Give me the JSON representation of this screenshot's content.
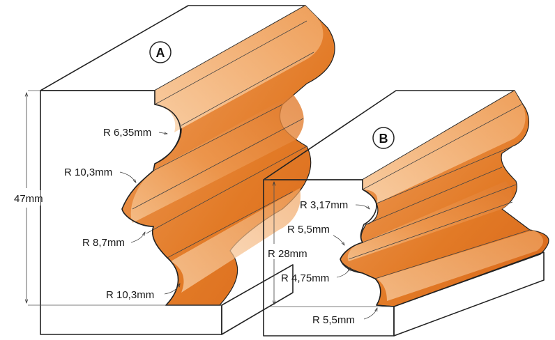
{
  "profile_a": {
    "letter": "A",
    "height": "47mm",
    "radii": [
      "R 6,35mm",
      "R 10,3mm",
      "R 8,7mm",
      "R 10,3mm"
    ]
  },
  "profile_b": {
    "letter": "B",
    "height": "R 28mm",
    "radii": [
      "R 3,17mm",
      "R 5,5mm",
      "R 4,75mm",
      "R 5,5mm"
    ]
  },
  "colors": {
    "wood": "#e58a3c",
    "wood_light": "#f6c08a",
    "wood_dark": "#d5661a",
    "block_face": "#ffffff",
    "line": "#222222"
  }
}
